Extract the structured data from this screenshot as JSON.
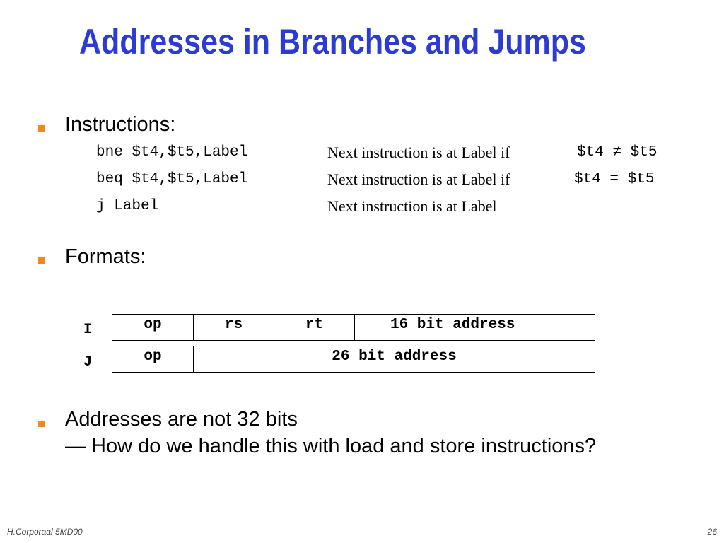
{
  "slide": {
    "title": "Addresses in Branches and Jumps",
    "bullets": [
      {
        "text": "Instructions:"
      },
      {
        "text": "Formats:"
      },
      {
        "line1": "Addresses are not 32 bits",
        "line2": "— How do we handle this with load and store instructions?"
      }
    ],
    "instructions": [
      {
        "code": "bne $t4,$t5,Label",
        "desc": "Next instruction is at Label if",
        "cond": "$t4 ≠ $t5"
      },
      {
        "code": "beq $t4,$t5,Label",
        "desc": "Next instruction is at Label if",
        "cond": "$t4 = $t5"
      },
      {
        "code": "j Label",
        "desc": "Next instruction is at Label",
        "cond": ""
      }
    ],
    "formats": [
      {
        "label": "I",
        "fields": [
          "op",
          "rs",
          "rt",
          "16 bit address"
        ]
      },
      {
        "label": "J",
        "fields": [
          "op",
          "26 bit address"
        ]
      }
    ],
    "footer": {
      "left": "H.Corporaal  5MD00",
      "right": "26"
    },
    "colors": {
      "title": "#2d3bd6",
      "bullet": "#f08a16"
    }
  }
}
